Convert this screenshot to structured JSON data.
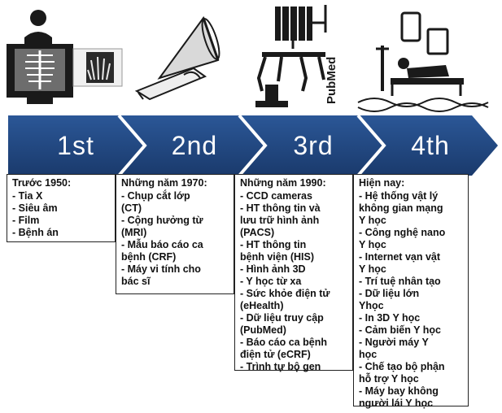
{
  "colors": {
    "arrow": "#1e3f73",
    "arrow_light": "#27508f",
    "icon": "#1a1a1a",
    "stage_text": "#ffffff"
  },
  "icons": [
    "x-ray-icon",
    "ct-scanner-icon",
    "robot-pubmed-icon",
    "smart-hospital-icon"
  ],
  "pubmed_text": "PubMed",
  "stages": [
    {
      "label": "1st"
    },
    {
      "label": "2nd"
    },
    {
      "label": "3rd"
    },
    {
      "label": "4th"
    }
  ],
  "eras": [
    {
      "heading": "Trước 1950:",
      "items": [
        "- Tia X",
        "- Siêu âm",
        "- Film",
        "- Bệnh án"
      ]
    },
    {
      "heading": "Những năm 1970:",
      "items": [
        "- Chụp cắt lớp",
        "(CT)",
        "- Cộng hưởng từ",
        "(MRI)",
        "- Mẫu báo cáo ca",
        "bệnh (CRF)",
        "- Máy vi tính cho",
        "bác sĩ"
      ]
    },
    {
      "heading": "Những năm 1990:",
      "items": [
        "- CCD cameras",
        "- HT thông tin và",
        "lưu trữ hình ảnh",
        "(PACS)",
        "- HT thông tin",
        "bệnh viện (HIS)",
        "- Hình ảnh 3D",
        "- Y học từ xa",
        "- Sức khỏe điện tử",
        "(eHealth)",
        "- Dữ liệu truy cập",
        "(PubMed)",
        "- Báo cáo ca bệnh",
        "điện tử (eCRF)",
        "- Trình tự bộ gen"
      ]
    },
    {
      "heading": "Hiện nay:",
      "items": [
        "- Hệ thống vật lý",
        "không gian mạng",
        "Y học",
        "- Công nghệ nano",
        "Y học",
        "- Internet vạn vật",
        "Y học",
        "- Trí tuệ nhân tạo",
        "- Dữ liệu lớn",
        "Yhọc",
        "- In 3D Y học",
        "- Cảm biến Y học",
        "- Người máy Y",
        "học",
        "- Chế tạo bộ phận",
        "hỗ trợ Y học",
        "- Máy bay không",
        "người lái Y học"
      ]
    }
  ]
}
